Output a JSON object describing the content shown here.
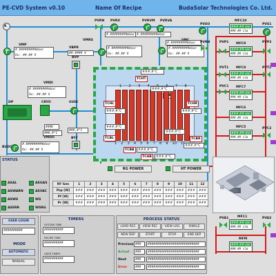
{
  "header": {
    "title": "PE-CVD System  v0.10",
    "recipe": "Name Of Recipe",
    "company": "BudaSolar Technologies Co. Ltd."
  },
  "left": {
    "r_label": "R",
    "vmp": "VMP",
    "vmp_pressure": "#.#########mbar",
    "vmp_ov": "Ov: ##.## V",
    "p_label": "P",
    "vbpr": "VBPR",
    "vbpr_value": "##.#### V",
    "bvp": "BVP",
    "vmdi": "VMDI",
    "vmdi_pressure": "#.########mbar",
    "vmdi_ov": "Ov: ##.## V",
    "dp": "DP",
    "cryo": "CRYO",
    "cryo_k": "###K",
    "cryo_c": "###,#°C",
    "gvdi": "GVDI",
    "gvdi_temp": "###,#°C",
    "vmdo": "VMDO",
    "vmdo_pressure": "#.#########mbar",
    "vmdo_ov": "Ov: ##.## V",
    "bvdo": "BVDO",
    "byf": "BYF"
  },
  "top_valves": [
    {
      "label": "PVRN",
      "value": ""
    },
    {
      "label": "PVRX",
      "value": "#.#########mbar"
    },
    {
      "label": "PVRVM",
      "value": "#.#########mbar"
    },
    {
      "label": "PVRVA",
      "value": "#.#########mbar"
    }
  ],
  "vmrs": {
    "label": "VMRS",
    "pressure": "#.#########mbar",
    "ov": "Ov: ##.## V"
  },
  "vmc": {
    "label": "VMC",
    "pressure": "#.#########mbar",
    "ov": "Ov: ##.## V"
  },
  "chamber": {
    "top_temp": "###,#°C",
    "tcht": "TCHT",
    "tcbt": "TCBT",
    "tchl": "TCHL",
    "tchr": "TCHR",
    "tcbl": "TCBL",
    "tcbr": "TCBR",
    "tcbb": "TCBB",
    "tchb": "TCHB",
    "temp_a": "###,#°C",
    "temp_b": "###,#°C",
    "temp_c": "###,#°C",
    "temp_d": "###,#°C",
    "temp_e": "###,#°C",
    "temp_f": "###,#°C",
    "temp_g": "###,#°C",
    "temp_h": "###,#°C",
    "temp_i": "###,#°C",
    "temp_j": "###,#°C",
    "tubes_top": [
      "1",
      "2",
      "3",
      "4",
      "5",
      "6",
      "7",
      "8"
    ],
    "tubes_bot": [
      "1",
      "2",
      "3",
      "4",
      "5",
      "6",
      "7",
      "8",
      "9",
      "10",
      "11",
      "12"
    ]
  },
  "gas": {
    "pvso": "PVSO",
    "pvs1": "PVS1",
    "pvrn": "PVRN",
    "pvp1": "PVP1",
    "pvt1": "PVT1",
    "pvc1": "PVC1",
    "pvp2": "PVP2",
    "pvt2": "PVT2",
    "pvc2": "PVC2",
    "pva1": "PVA1",
    "pva2": "PVA2",
    "mfcs": [
      {
        "tag": "MFC10",
        "name": "###.## slm",
        "value": "###.## slm"
      },
      {
        "tag": "MFC9",
        "name": "###.## slm",
        "value": "###.## slm"
      },
      {
        "tag": "MFC8",
        "name": "###.## slm",
        "value": "###.## slm"
      },
      {
        "tag": "MFC7",
        "name": "###.## slm",
        "value": "###.## slm"
      },
      {
        "tag": "MFC6",
        "name": "###.## slm",
        "value": "###.## slm"
      },
      {
        "tag": "MFC5",
        "name": "###.## slm",
        "value": "###.## slm"
      },
      {
        "tag": "MFC1",
        "name": "###.## slm",
        "value": "###.## slm"
      },
      {
        "tag": "MFM",
        "name": "###.## slm",
        "value": "###.## slm"
      }
    ]
  },
  "power": {
    "rg": "RG POWER",
    "ht": "HT POWER"
  },
  "rf_table": {
    "headers": [
      "RF Gen",
      "1",
      "2",
      "3",
      "4",
      "5",
      "6",
      "7",
      "8",
      "9",
      "10",
      "11",
      "12"
    ],
    "rows": [
      {
        "label": "Psp [W]",
        "cells": [
          "###",
          "###",
          "###",
          "###",
          "###",
          "###",
          "###",
          "###",
          "###",
          "###",
          "###",
          "###"
        ]
      },
      {
        "label": "Pf [W]",
        "cells": [
          "###",
          "###",
          "###",
          "###",
          "###",
          "###",
          "###",
          "###",
          "###",
          "###",
          "###",
          "###"
        ]
      },
      {
        "label": "Pr [W]",
        "cells": [
          "###",
          "###",
          "###",
          "###",
          "###",
          "###",
          "###",
          "###",
          "###",
          "###",
          "###",
          "###"
        ]
      }
    ]
  },
  "status": {
    "title": "STATUS",
    "left": [
      "ASAL",
      "ASWARN",
      "ASWS",
      "ASERR"
    ],
    "right": [
      "ASGAS",
      "ASVAC",
      "WS",
      "WSRG"
    ]
  },
  "user": {
    "title": "USER LOGIN",
    "value": "##########",
    "mode_title": "MODE",
    "auto": "AUTOMATIC",
    "manual": "MANUAL"
  },
  "timers": {
    "title": "TIMERS",
    "system_label": "SYSTEM TIME",
    "system_value": "##########",
    "recipe_label": "RECIPE TIME",
    "recipe_value": "##########",
    "user_label": "USER TIMER",
    "user_value": "##########"
  },
  "process": {
    "title": "PROCESS STATUS",
    "buttons_row1": [
      "LOAD REC",
      "VIEW REC",
      "VIEW LOG",
      "SINGLE"
    ],
    "buttons_row2": [
      "NEW DEP",
      "START",
      "STOP",
      "END DEP"
    ],
    "lines": [
      {
        "label": "Previous",
        "code": "###",
        "text": "###########################"
      },
      {
        "label": "Actual",
        "code": "###",
        "text": "###########################"
      },
      {
        "label": "Next",
        "code": "###",
        "text": "###########################"
      },
      {
        "label": "Error",
        "code": "###",
        "text": "###########################"
      }
    ]
  },
  "colors": {
    "pipe_blue": "#1f8fd8",
    "pipe_red": "#d21a1a",
    "valve_green": "#2aa845",
    "chamber": "#bcd8f0",
    "header": "#6fb4ea"
  }
}
